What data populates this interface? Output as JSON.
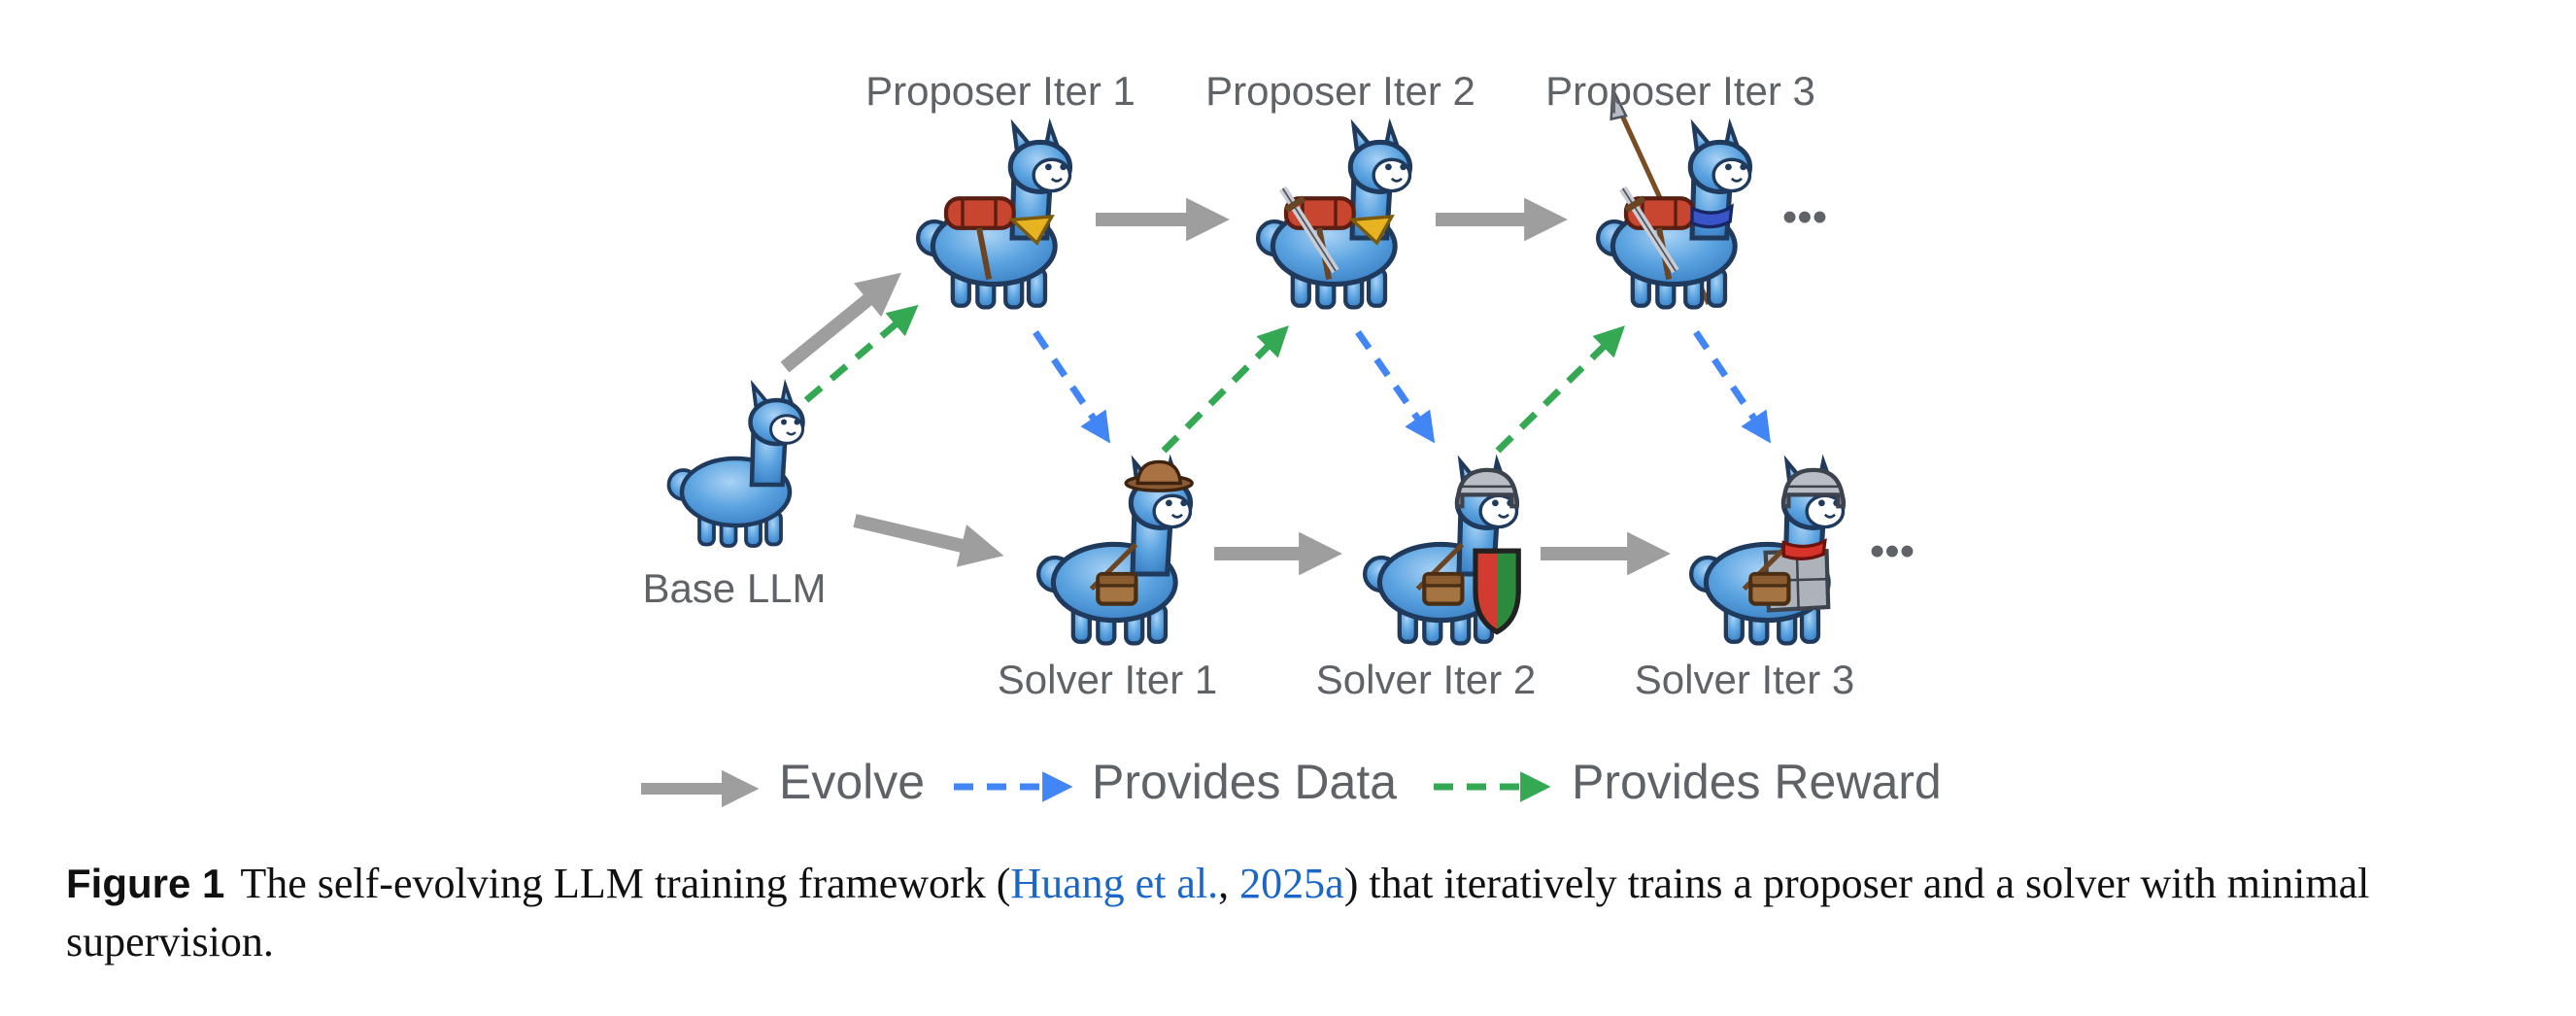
{
  "diagram": {
    "nodes": {
      "base": {
        "label": "Base LLM"
      },
      "proposers": [
        {
          "label": "Proposer Iter 1",
          "gear": [
            "bedroll",
            "scarf"
          ]
        },
        {
          "label": "Proposer Iter 2",
          "gear": [
            "bedroll",
            "scarf",
            "sword"
          ]
        },
        {
          "label": "Proposer Iter 3",
          "gear": [
            "bedroll",
            "scarf",
            "sword",
            "spear"
          ]
        }
      ],
      "solvers": [
        {
          "label": "Solver Iter 1",
          "gear": [
            "satchel",
            "hat"
          ]
        },
        {
          "label": "Solver Iter 2",
          "gear": [
            "satchel",
            "helmet",
            "shield"
          ]
        },
        {
          "label": "Solver Iter 3",
          "gear": [
            "satchel",
            "helmet",
            "armor",
            "scarf"
          ]
        }
      ],
      "continuation": "•••"
    },
    "edges": {
      "evolve": [
        [
          "base",
          "proposer-1"
        ],
        [
          "proposer-1",
          "proposer-2"
        ],
        [
          "proposer-2",
          "proposer-3"
        ],
        [
          "base",
          "solver-1"
        ],
        [
          "solver-1",
          "solver-2"
        ],
        [
          "solver-2",
          "solver-3"
        ]
      ],
      "provides_data": [
        [
          "proposer-1",
          "solver-1"
        ],
        [
          "proposer-2",
          "solver-2"
        ],
        [
          "proposer-3",
          "solver-3"
        ]
      ],
      "provides_reward": [
        [
          "base",
          "proposer-1"
        ],
        [
          "solver-1",
          "proposer-2"
        ],
        [
          "solver-2",
          "proposer-3"
        ]
      ]
    },
    "legend": {
      "evolve": "Evolve",
      "data": "Provides Data",
      "reward": "Provides Reward"
    },
    "colors": {
      "evolve": "#9e9e9e",
      "data": "#4285f4",
      "reward": "#34a853",
      "alpaca_body": "#5aa3e0",
      "alpaca_outline": "#1f3a5c",
      "label_text": "#5f6368"
    }
  },
  "caption": {
    "label": "Figure 1",
    "text_before": "The self-evolving LLM training framework (",
    "cite_author": "Huang et al.",
    "separator": ", ",
    "cite_year": "2025a",
    "text_after": ") that iteratively trains a proposer and a solver with minimal supervision."
  }
}
